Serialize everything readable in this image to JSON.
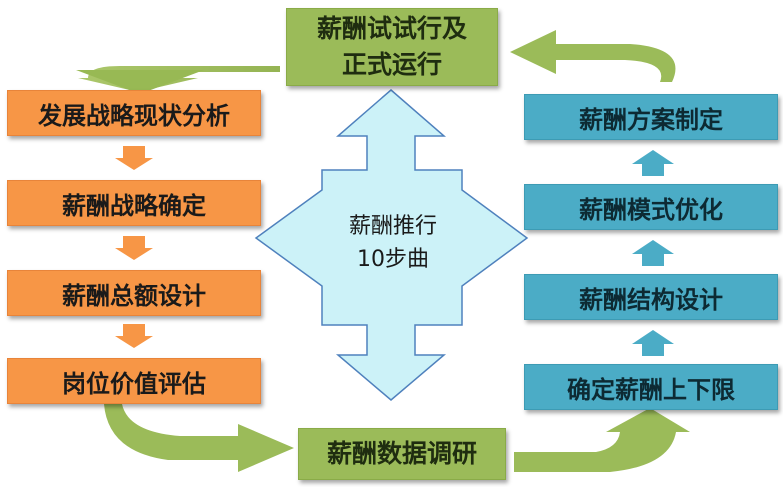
{
  "top": {
    "line1": "薪酬试试行及",
    "line2": "正式运行"
  },
  "left_steps": [
    {
      "label": "发展战略现状分析"
    },
    {
      "label": "薪酬战略确定"
    },
    {
      "label": "薪酬总额设计"
    },
    {
      "label": "岗位价值评估"
    }
  ],
  "bottom": {
    "label": "薪酬数据调研"
  },
  "right_steps": [
    {
      "label": "确定薪酬上下限"
    },
    {
      "label": "薪酬结构设计"
    },
    {
      "label": "薪酬模式优化"
    },
    {
      "label": "薪酬方案制定"
    }
  ],
  "center": {
    "line1": "薪酬推行",
    "line2": "10步曲"
  },
  "colors": {
    "green": "#9bbb59",
    "orange": "#f79646",
    "blue": "#4bacc6",
    "cross_fill": "#ccf2f8",
    "cross_stroke": "#4f81bd"
  }
}
